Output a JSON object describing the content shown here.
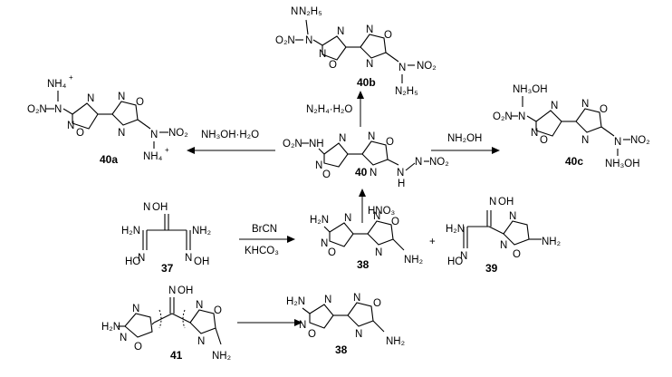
{
  "compounds": {
    "c40": "40",
    "c40a": "40a",
    "c40b": "40b",
    "c40c": "40c",
    "c37": "37",
    "c38_top": "38",
    "c38_bottom": "38",
    "c39": "39",
    "c41": "41"
  },
  "reagents": {
    "hydrazine": "N₂H₄·H₂O",
    "hydroxylamine_hydrate": "NH₃OH·H₂O",
    "hydroxylamine": "NH₂OH",
    "nitric_acid": "HNO₃",
    "cyanogen_bromide": "BrCN",
    "potassium_bicarbonate": "KHCO₃",
    "plus": "+"
  },
  "atoms": {
    "N": "N",
    "O": "O",
    "HN": "HN",
    "NH": "NH",
    "H": "H",
    "H2N": "H₂N",
    "NH2": "NH₂",
    "NO2": "NO₂",
    "O2N": "O₂N",
    "NOH": "N",
    "OH": "OH",
    "HO": "HO",
    "NH4": "NH₄",
    "plus": "+",
    "N3H5": "N₂H₅",
    "NH3OH": "NH₃OH"
  },
  "grid_h": ""
}
